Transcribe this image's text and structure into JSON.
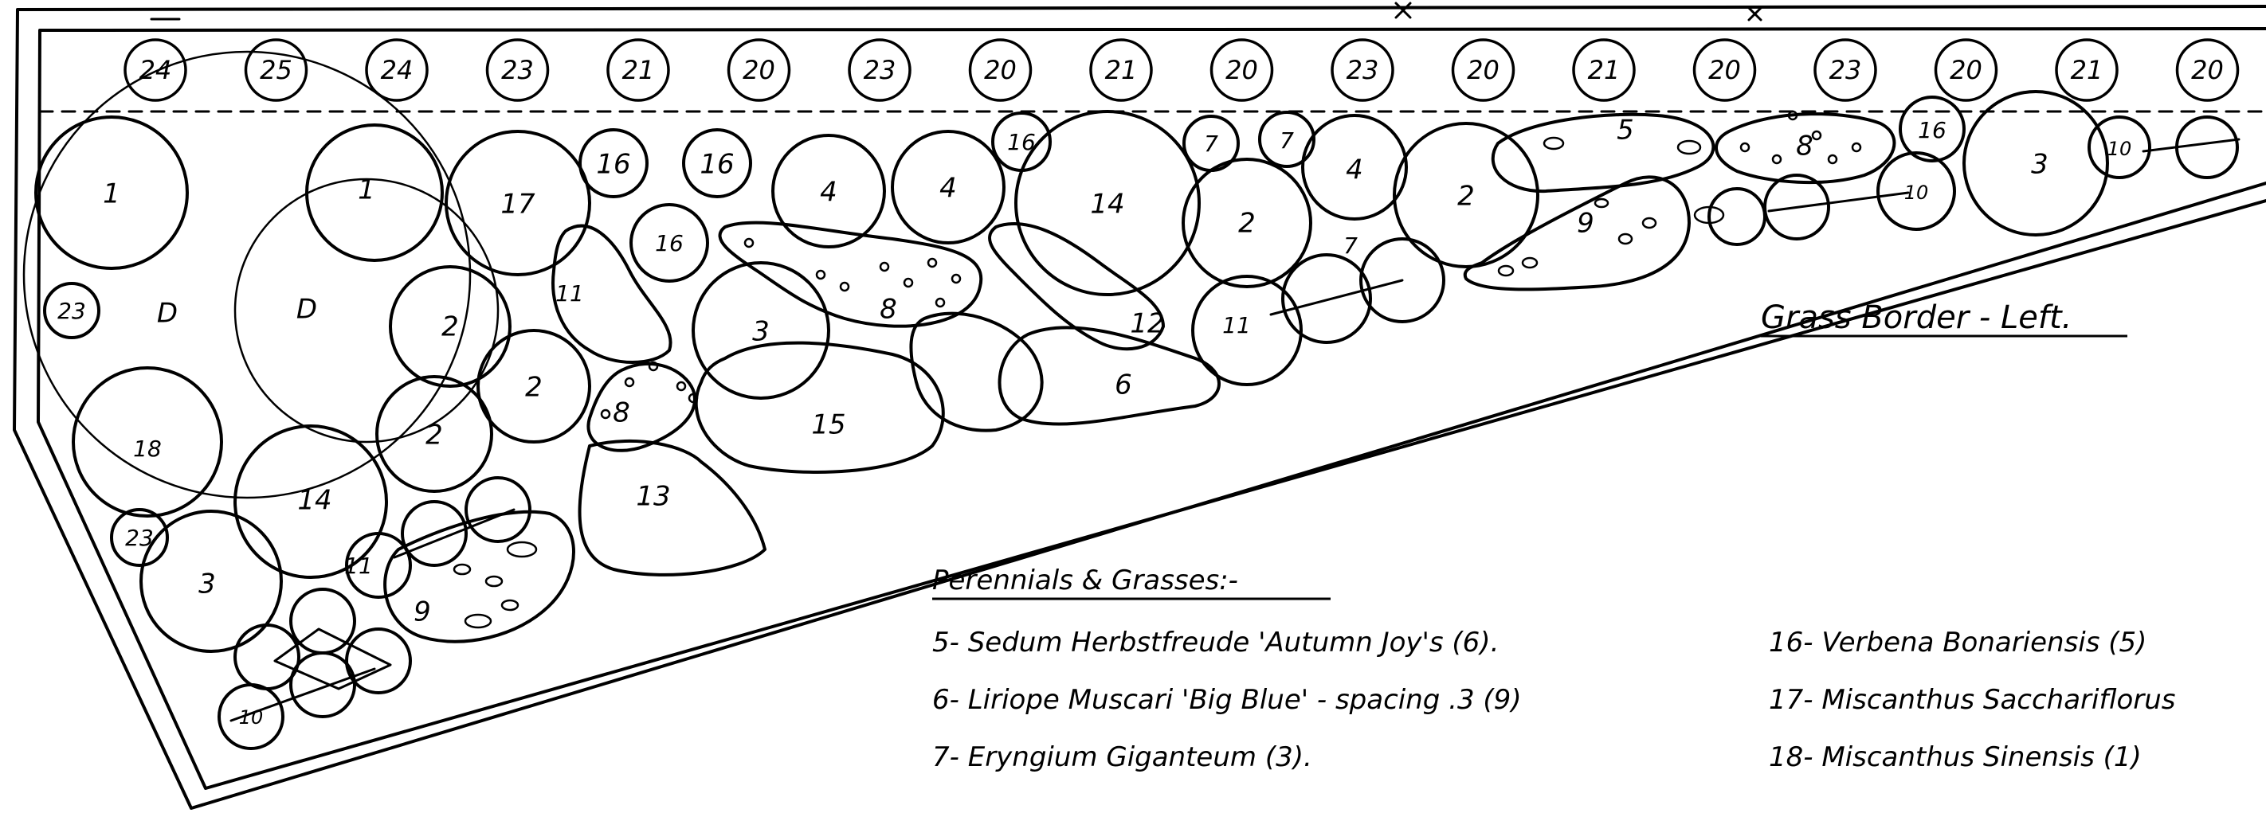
{
  "title": "Grass Border - Left.",
  "legend": {
    "heading": "Perennials & Grasses:-",
    "items": [
      "5- Sedum Herbstfreude 'Autumn Joy's (6).",
      "6- Liriope Muscari 'Big Blue' - spacing .3 (9)",
      "7- Eryngium Giganteum (3).",
      "16- Verbena Bonariensis (5)",
      "17- Miscanthus Sacchariflorus",
      "18- Miscanthus Sinensis (1)"
    ]
  },
  "top_row_labels": [
    "24",
    "25",
    "24",
    "23",
    "21",
    "20",
    "23",
    "20",
    "21",
    "20",
    "23",
    "20",
    "21",
    "20",
    "23",
    "20",
    "21",
    "20"
  ],
  "plant_labels": {
    "p1a": "1",
    "p1b": "1",
    "p17": "17",
    "p16a": "16",
    "p16b": "16",
    "p4a": "4",
    "p4b": "4",
    "p16c": "16",
    "p14a": "14",
    "p7a": "7",
    "p7b": "7",
    "p2a": "2",
    "p4c": "4",
    "p2b": "2",
    "p5": "5",
    "p8a": "8",
    "p16d": "16",
    "p3a": "3",
    "p10a": "10",
    "p23a": "23",
    "pDa": "D",
    "pDb": "D",
    "p2c": "2",
    "p11a": "11",
    "p16e": "16",
    "p3b": "3",
    "p8b": "8",
    "p12": "12",
    "p11b": "11",
    "p7c": "7",
    "p9a": "9",
    "p10b": "10",
    "p2d": "2",
    "p2e": "2",
    "p8c": "8",
    "p15": "15",
    "p6": "6",
    "p18": "18",
    "p14b": "14",
    "p13": "13",
    "p23b": "23",
    "p3c": "3",
    "p11c": "11",
    "p9b": "9",
    "p10c": "10"
  }
}
